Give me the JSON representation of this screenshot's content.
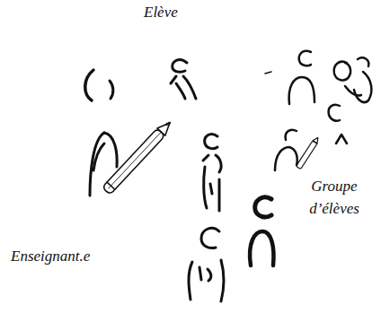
{
  "diagram": {
    "labels": [
      "Elève",
      "Groupe d’élèves",
      "Enseignant.e"
    ]
  }
}
